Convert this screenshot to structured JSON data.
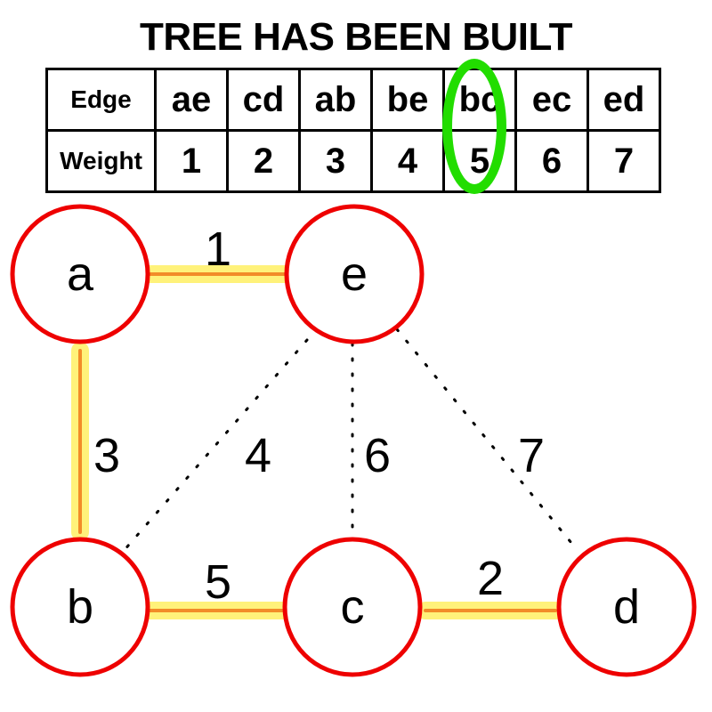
{
  "title": "TREE HAS BEEN BUILT",
  "table": {
    "row_edge_label": "Edge",
    "row_weight_label": "Weight",
    "edges": [
      "ae",
      "cd",
      "ab",
      "be",
      "bc",
      "ec",
      "ed"
    ],
    "weights": [
      "1",
      "2",
      "3",
      "4",
      "5",
      "6",
      "7"
    ],
    "highlighted_edge": "bc"
  },
  "graph": {
    "nodes": [
      {
        "id": "a",
        "label": "a"
      },
      {
        "id": "e",
        "label": "e"
      },
      {
        "id": "b",
        "label": "b"
      },
      {
        "id": "c",
        "label": "c"
      },
      {
        "id": "d",
        "label": "d"
      }
    ],
    "edges": [
      {
        "from": "a",
        "to": "e",
        "weight": "1",
        "in_tree": true
      },
      {
        "from": "c",
        "to": "d",
        "weight": "2",
        "in_tree": true
      },
      {
        "from": "a",
        "to": "b",
        "weight": "3",
        "in_tree": true
      },
      {
        "from": "e",
        "to": "b",
        "weight": "4",
        "in_tree": false
      },
      {
        "from": "b",
        "to": "c",
        "weight": "5",
        "in_tree": true
      },
      {
        "from": "e",
        "to": "c",
        "weight": "6",
        "in_tree": false
      },
      {
        "from": "e",
        "to": "d",
        "weight": "7",
        "in_tree": false
      }
    ]
  },
  "colors": {
    "node_stroke": "#ee0000",
    "tree_edge_highlight": "#fff27a",
    "tree_edge_line": "#f28c28",
    "selection_ring": "#22dd00",
    "text": "#000000"
  }
}
